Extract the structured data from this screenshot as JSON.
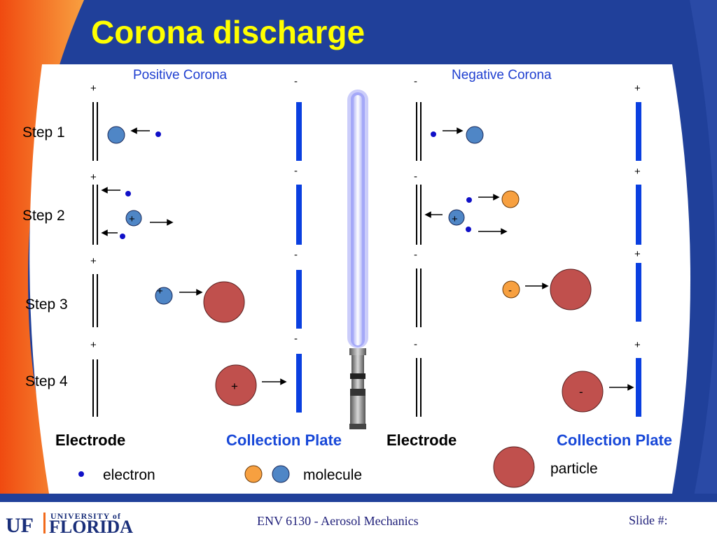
{
  "title": "Corona discharge",
  "positive_corona_label": "Positive Corona",
  "negative_corona_label": "Negative Corona",
  "steps": [
    "Step 1",
    "Step 2",
    "Step 3",
    "Step 4"
  ],
  "plus_sign": "+",
  "minus_sign": "-",
  "electrode_label": "Electrode",
  "collection_plate_label": "Collection Plate",
  "legend": {
    "electron": "electron",
    "molecule": "molecule",
    "particle": "particle"
  },
  "footer": {
    "course": "ENV 6130 - Aerosol Mechanics",
    "slide_number": "Slide #:",
    "logo_uf": "UF",
    "logo_university_of": "UNIVERSITY of",
    "logo_florida": "FLORIDA"
  },
  "colors": {
    "title_bar": "#20409a",
    "title_text": "#ffff00",
    "orange_edge": "#f26a1b",
    "plate": "#0a3fe0",
    "electron": "#1010c8",
    "molecule_blue": "#4f86c6",
    "molecule_orange": "#f7a040",
    "particle": "#c0504d",
    "corona_label": "#1f3fd0",
    "plate_label": "#1848d8"
  }
}
